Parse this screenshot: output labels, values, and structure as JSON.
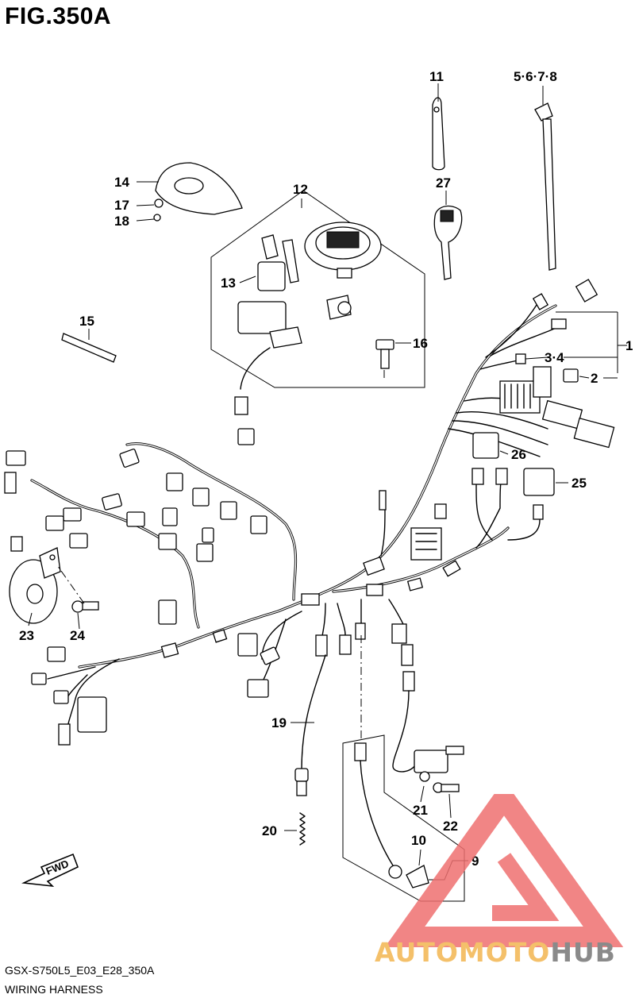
{
  "title": "FIG.350A",
  "footer": {
    "code": "GSX-S750L5_E03_E28_350A",
    "name": "WIRING HARNESS"
  },
  "direction_tag": "FWD",
  "callouts": {
    "c1": "1",
    "c2": "2",
    "c34": "3·4",
    "c5678": "5·6·7·8",
    "c9": "9",
    "c10": "10",
    "c11": "11",
    "c12": "12",
    "c13": "13",
    "c14": "14",
    "c15": "15",
    "c16": "16",
    "c17": "17",
    "c18": "18",
    "c19": "19",
    "c20": "20",
    "c21": "21",
    "c22": "22",
    "c23": "23",
    "c24": "24",
    "c25": "25",
    "c26": "26",
    "c27": "27"
  },
  "watermark": {
    "part1": "AUTOMOTO",
    "part2": "HUB",
    "color1": "#f4c06a",
    "color2": "#8a8a8a",
    "triangle_color": "#ee7070"
  }
}
